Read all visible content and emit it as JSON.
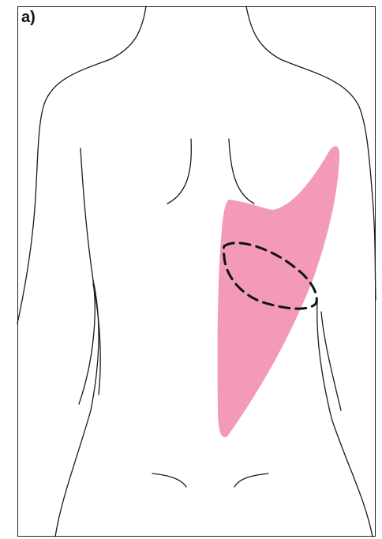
{
  "figure": {
    "panel_label": "a)",
    "colors": {
      "outline": "#1a1a1a",
      "highlight_region": "#f29ab7",
      "dashed_marker": "#111111"
    },
    "regions": [
      {
        "name": "highlighted-area",
        "color_key": "highlight_region",
        "style": "filled"
      },
      {
        "name": "dashed-ellipse-marker",
        "color_key": "dashed_marker",
        "style": "dashed outline"
      }
    ]
  }
}
